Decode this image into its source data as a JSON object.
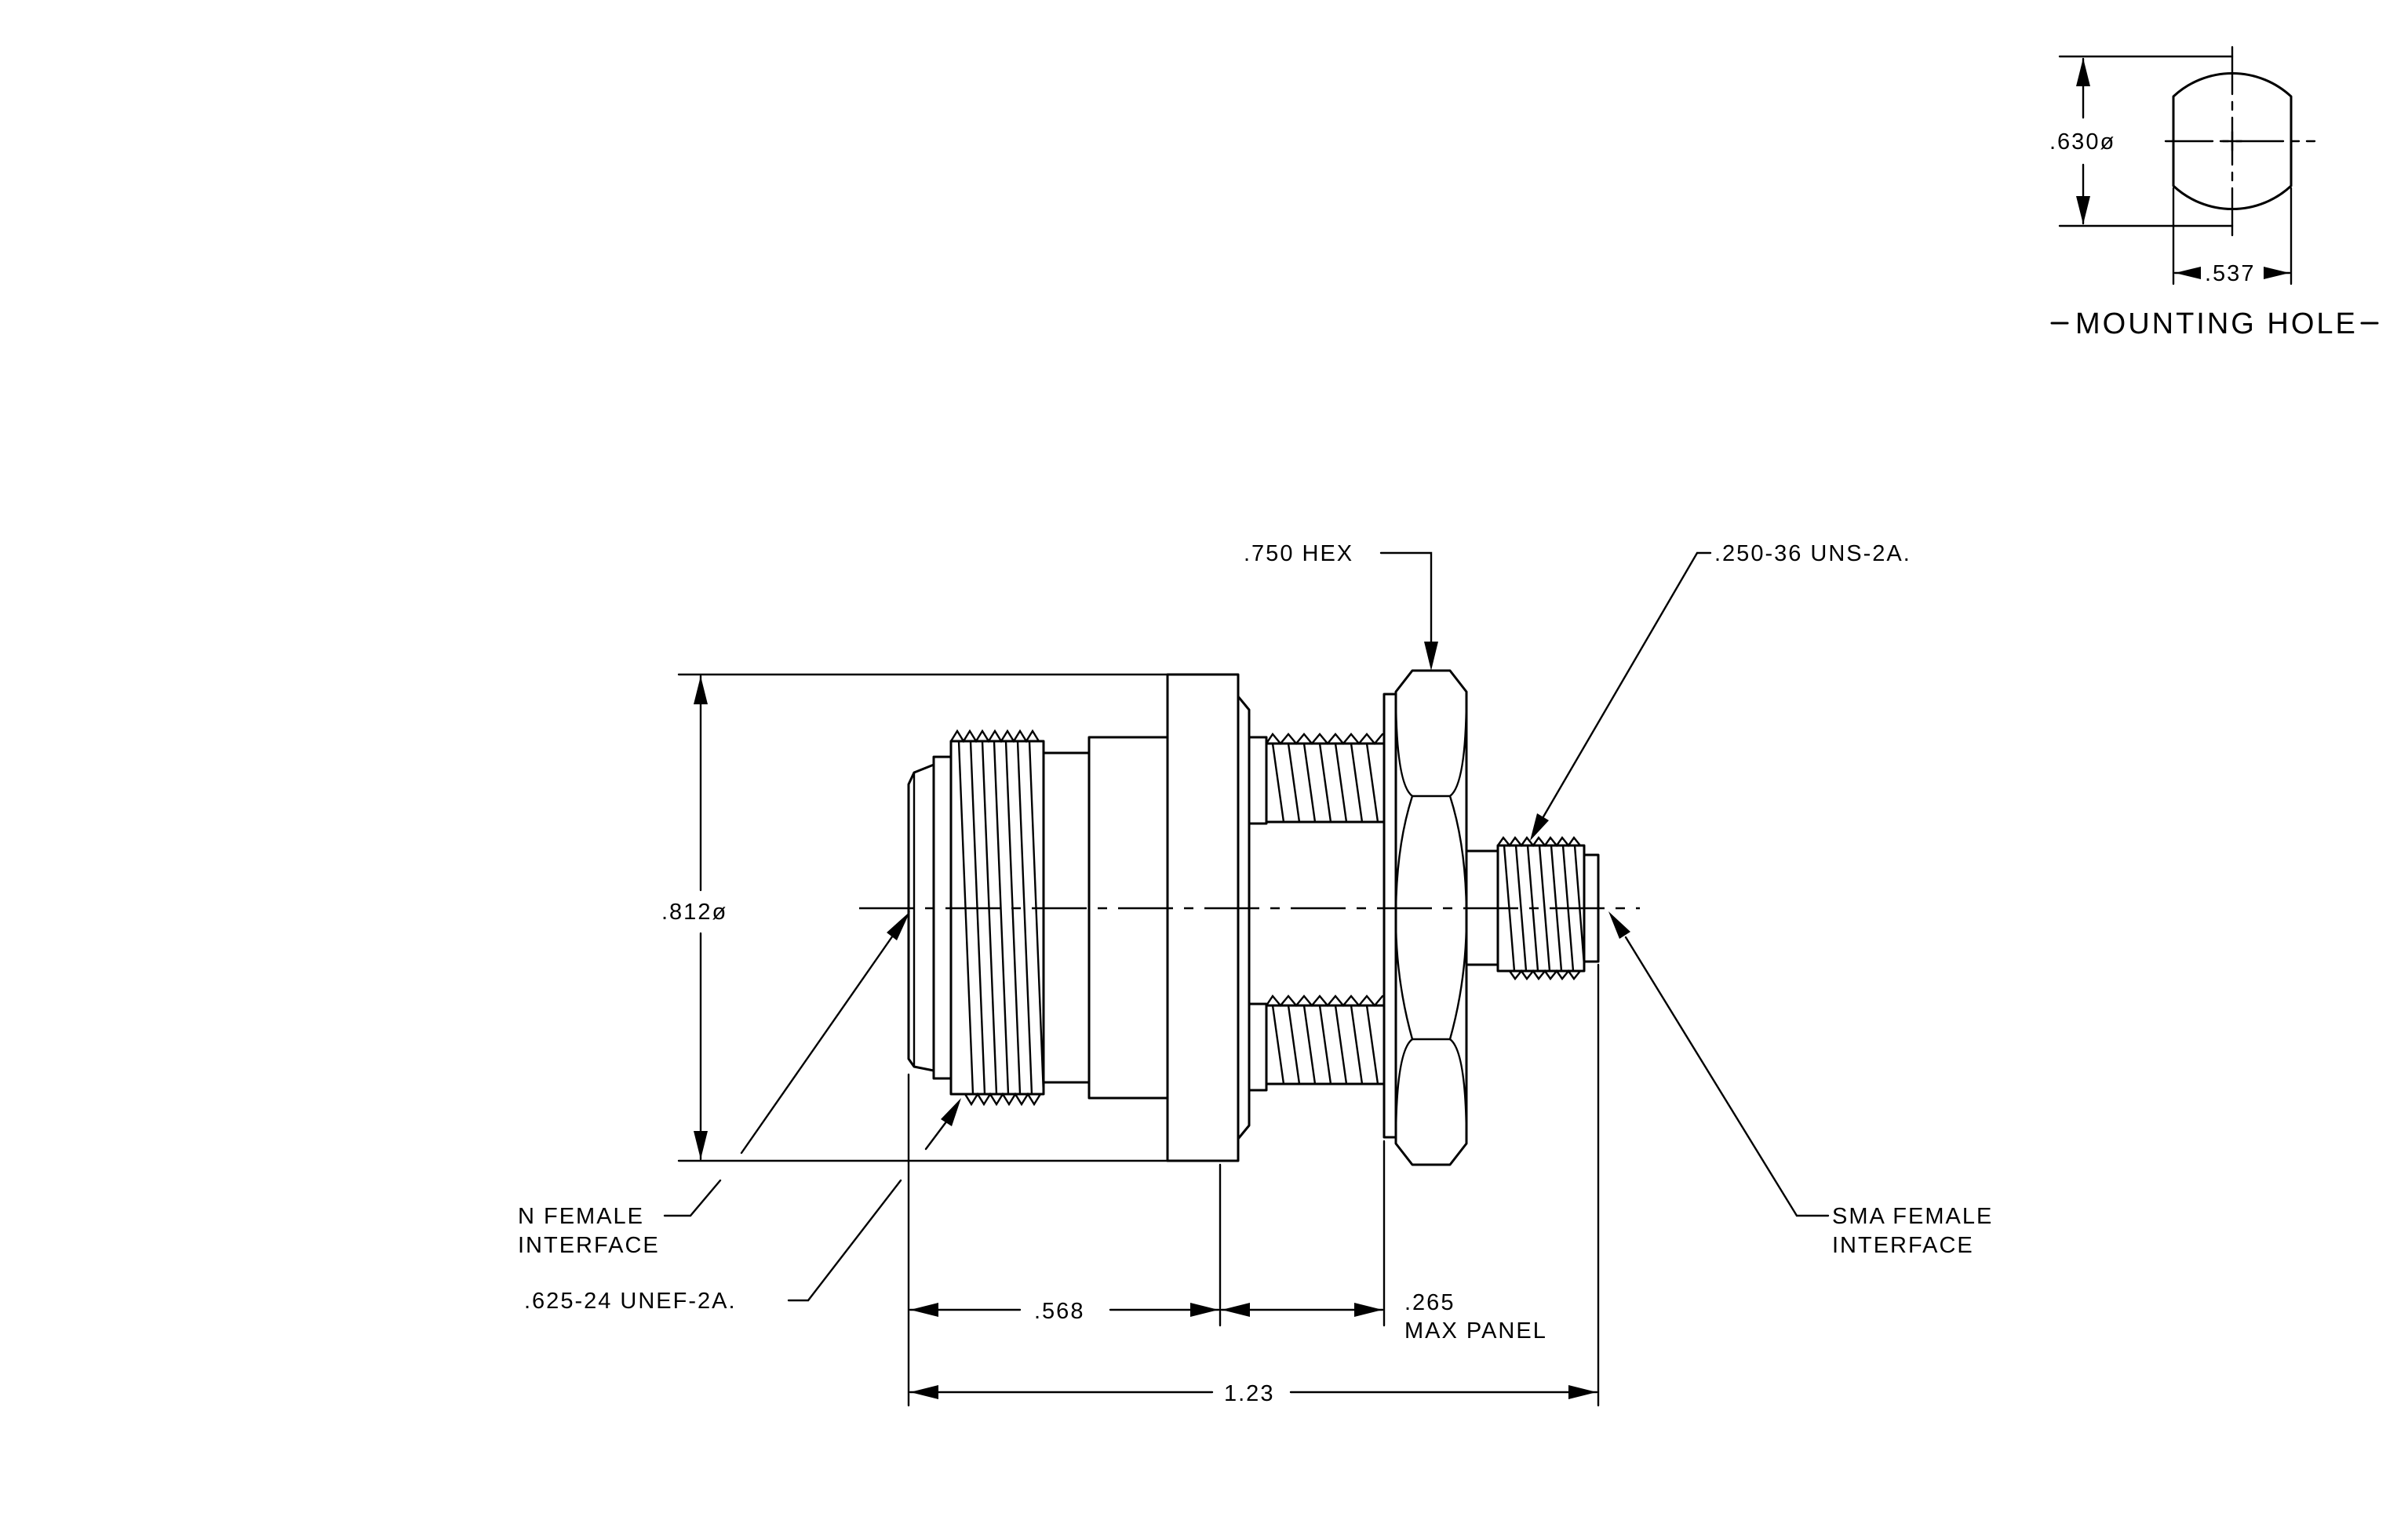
{
  "mounting_hole": {
    "height_dim": ".630ø",
    "width_dim": ".537",
    "title": "MOUNTING HOLE"
  },
  "callouts": {
    "hex": ".750 HEX",
    "sma_thread": ".250-36 UNS-2A.",
    "body_diameter": ".812ø",
    "n_female_line1": "N FEMALE",
    "n_female_line2": "INTERFACE",
    "n_thread": ".625-24 UNEF-2A.",
    "sma_female_line1": "SMA FEMALE",
    "sma_female_line2": "INTERFACE"
  },
  "dimensions": {
    "front_length": ".568",
    "panel_value": ".265",
    "panel_note": "MAX PANEL",
    "overall_length": "1.23"
  }
}
